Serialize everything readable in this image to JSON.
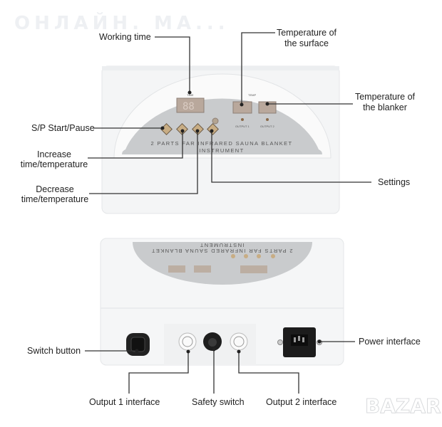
{
  "watermark": "ОНЛАЙН. МА...",
  "logo": "BAZAR",
  "top_view": {
    "panel_title_line1": "2 PARTS FAR INFRARED SAUNA BLANKET",
    "panel_title_line2": "INSTRUMENT",
    "time_label": "TIME",
    "temp_label": "TEMP",
    "output1_label": "OUTPUT 1",
    "output2_label": "OUTPUT 2",
    "time_display": "88",
    "callouts": {
      "working_time": "Working time",
      "temp_surface_1": "Temperature of",
      "temp_surface_2": "the surface",
      "temp_blanker_1": "Temperature of",
      "temp_blanker_2": "the blanker",
      "start_pause": "S/P Start/Pause",
      "increase_1": "Increase",
      "increase_2": "time/temperature",
      "decrease_1": "Decrease",
      "decrease_2": "time/temperature",
      "settings": "Settings"
    }
  },
  "front_view": {
    "callouts": {
      "switch_button": "Switch button",
      "power_interface": "Power interface",
      "output1": "Output 1 interface",
      "safety_switch": "Safety switch",
      "output2": "Output 2 interface"
    }
  }
}
